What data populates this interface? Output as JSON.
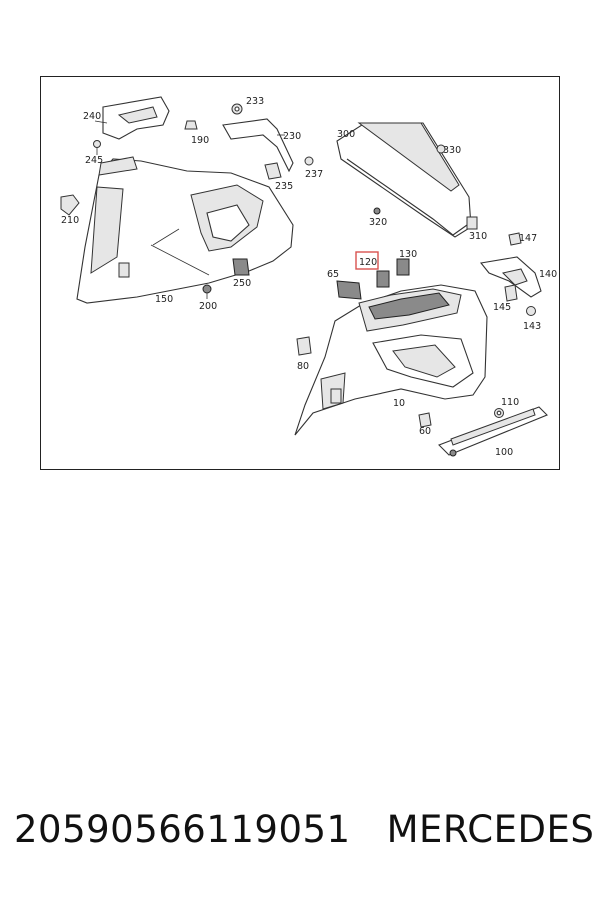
{
  "diagram": {
    "callouts": [
      "240",
      "233",
      "190",
      "230",
      "245",
      "235",
      "237",
      "300",
      "330",
      "210",
      "320",
      "310",
      "147",
      "130",
      "120",
      "65",
      "140",
      "250",
      "150",
      "200",
      "145",
      "143",
      "80",
      "10",
      "110",
      "60",
      "100"
    ],
    "highlighted_callout": "120",
    "highlight_color": "#d9534f"
  },
  "caption": {
    "part_number": "20590566119051",
    "brand": "MERCEDES"
  }
}
